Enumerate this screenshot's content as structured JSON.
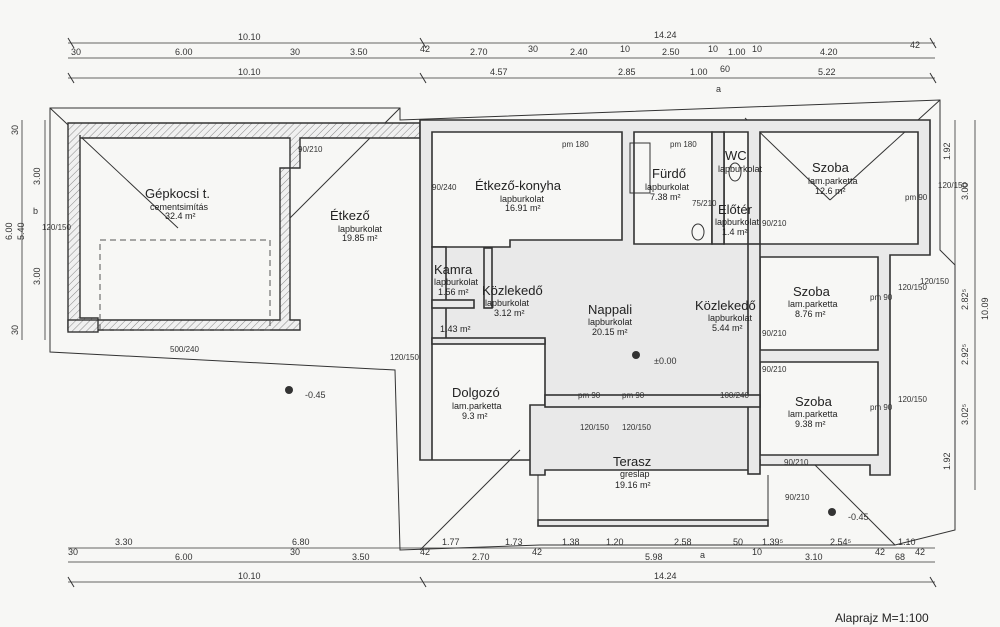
{
  "title": "Alaprajz  M=1:100",
  "rooms": [
    {
      "name": "Gépkocsi t.",
      "finish": "cementsimítás",
      "area": "32.4 m²"
    },
    {
      "name": "Étkező",
      "finish": "lapburkolat",
      "area": "19.85 m²"
    },
    {
      "name": "Étkező-konyha",
      "finish": "lapburkolat",
      "area": "16.91 m²"
    },
    {
      "name": "Fürdő",
      "finish": "lapburkolat",
      "area": "7.38 m²"
    },
    {
      "name": "WC",
      "finish": "lapburkolat",
      "area": ""
    },
    {
      "name": "Előtér",
      "finish": "lapburkolat",
      "area": "1.4 m²"
    },
    {
      "name": "Szoba",
      "finish": "lam.parketta",
      "area": "12.6 m²"
    },
    {
      "name": "Kamra",
      "finish": "lapburkolat",
      "area": "1.56 m²"
    },
    {
      "name": "Közlekedő",
      "finish": "lapburkolat",
      "area": "3.12 m²"
    },
    {
      "name": "Nappali",
      "finish": "lapburkolat",
      "area": "20.15 m²"
    },
    {
      "name": "Közlekedő",
      "finish": "lapburkolat",
      "area": "5.44 m²"
    },
    {
      "name": "Szoba",
      "finish": "lam.parketta",
      "area": "8.76 m²"
    },
    {
      "name": "Dolgozó",
      "finish": "lam.parketta",
      "area": "9.3 m²"
    },
    {
      "name": "Terasz",
      "finish": "greslap",
      "area": "19.16 m²"
    },
    {
      "name": "Szoba",
      "finish": "lam.parketta",
      "area": "9.38 m²"
    },
    {
      "name": "",
      "finish": "",
      "area": "1.43 m²"
    }
  ],
  "levels": [
    "-0.45",
    "±0.00",
    "-0.45"
  ],
  "dims": {
    "top_row1": [
      "10.10",
      "14.24"
    ],
    "top_row2": [
      "30",
      "6.00",
      "30",
      "3.50",
      "42",
      "2.70",
      "30",
      "2.40",
      "10",
      "2.50",
      "10",
      "1.00",
      "10",
      "4.20",
      "42"
    ],
    "top_row3": [
      "10.10",
      "4.57",
      "2.85",
      "1.00",
      "60",
      "5.22"
    ],
    "bottom_row1": [
      "3.30",
      "6.80",
      "1.77",
      "1.73",
      "1.38",
      "1.20",
      "2.58",
      "50",
      "1.39⁵",
      "2.54⁵",
      "1.10"
    ],
    "bottom_row2": [
      "30",
      "6.00",
      "30",
      "3.50",
      "42",
      "2.70",
      "42",
      "5.98",
      "10",
      "3.10",
      "42",
      "68",
      "42"
    ],
    "bottom_row3": [
      "10.10",
      "14.24"
    ],
    "left": [
      "6.00",
      "5.40",
      "3.00",
      "3.00",
      "30",
      "30"
    ],
    "right": [
      "1.92",
      "3.00",
      "10.09",
      "2.82⁵",
      "2.92⁵",
      "3.02⁵",
      "1.92"
    ]
  },
  "openings": [
    "90/210",
    "90/240",
    "120/150",
    "pm 180",
    "pm 180",
    "pm 90",
    "120/150",
    "90/210",
    "75/210",
    "90/210",
    "90/210",
    "100/240",
    "pm 90",
    "pm 90",
    "120/150",
    "120/150",
    "90/210",
    "500/240",
    "120/150",
    "120/150",
    "pm 90",
    "120/150",
    "pm 90",
    "120/150",
    "90/210"
  ],
  "markers": [
    "a",
    "b",
    "a"
  ]
}
